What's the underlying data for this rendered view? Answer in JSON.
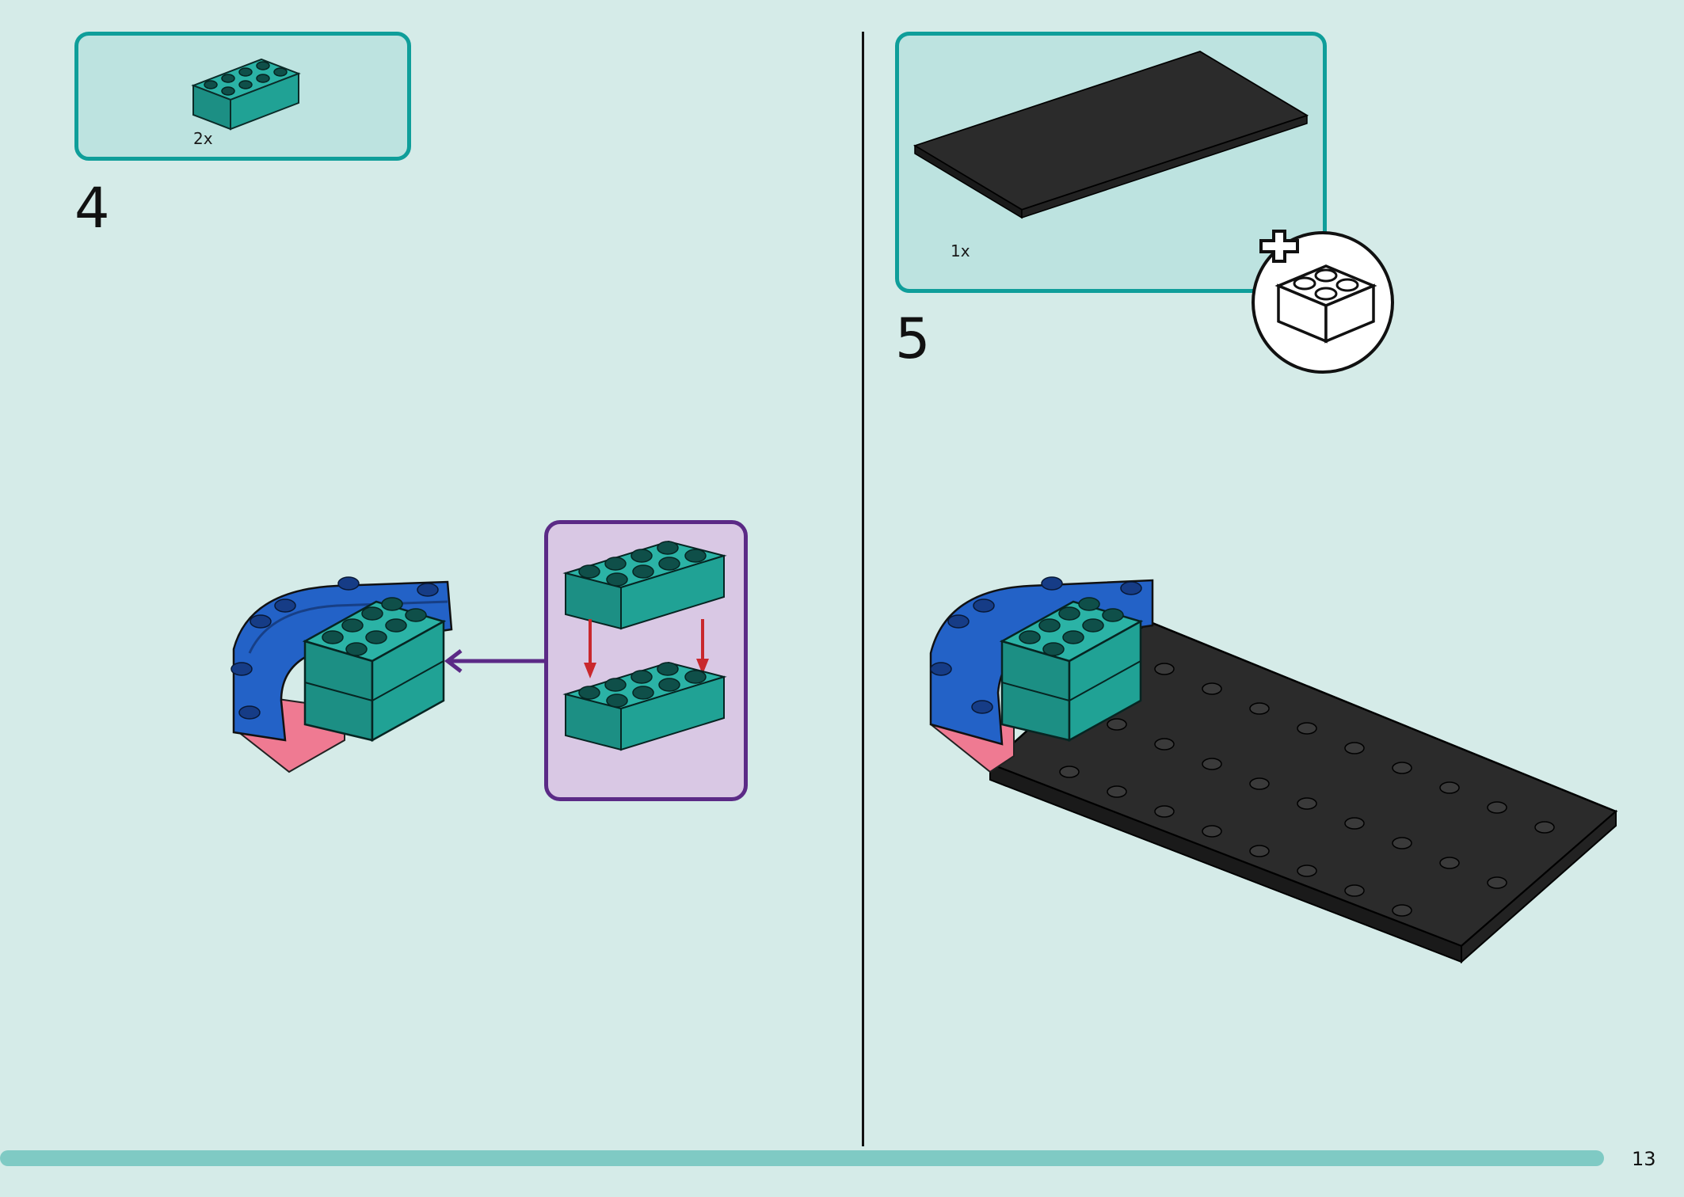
{
  "page": {
    "number": "13"
  },
  "steps": [
    {
      "number": "4",
      "parts": [
        {
          "qty": "2x",
          "icon": "teal-2x4-brick-icon",
          "color": "#1fa396"
        }
      ]
    },
    {
      "number": "5",
      "parts": [
        {
          "qty": "1x",
          "icon": "dark-gray-plate-icon",
          "color": "#2b2b2b"
        }
      ],
      "badge": "new-part-added-icon"
    }
  ],
  "colors": {
    "background": "#d5ebe8",
    "parts_box_border": "#0f9e9a",
    "parts_box_fill": "#bde3e0",
    "callout_border": "#5b2a86",
    "callout_fill": "#d9c8e4",
    "arrow_red": "#c9282d",
    "blue": "#2362c7",
    "pink": "#ef7a92",
    "teal": "#1fa396",
    "plate": "#2b2b2b"
  }
}
